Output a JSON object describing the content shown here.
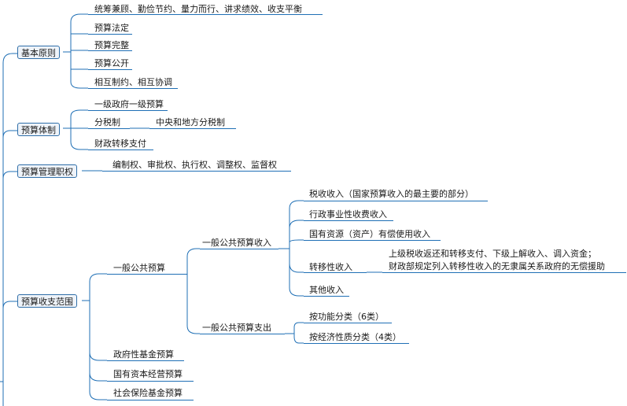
{
  "mindmap": {
    "branches": [
      {
        "label": "基本原则",
        "children": [
          "统筹兼顾、勤俭节约、量力而行、讲求绩效、收支平衡",
          "预算法定",
          "预算完整",
          "预算公开",
          "相互制约、相互协调"
        ]
      },
      {
        "label": "预算体制",
        "children": [
          "一级政府一级预算",
          "分税制",
          "财政转移支付"
        ],
        "fenshuizhi_child": "中央和地方分税制"
      },
      {
        "label": "预算管理职权",
        "children": [
          "编制权、审批权、执行权、调整权、监督权"
        ]
      },
      {
        "label": "预算收支范围",
        "children": [
          "一般公共预算",
          "政府性基金预算",
          "国有资本经营预算",
          "社会保险基金预算"
        ],
        "general_budget": {
          "income": {
            "label": "一般公共预算收入",
            "items": [
              "税收收入（国家预算收入的最主要的部分）",
              "行政事业性收费收入",
              "国有资源（资产）有偿使用收入",
              "转移性收入",
              "其他收入"
            ],
            "transfer_notes": [
              "上级税收返还和转移支付、下级上解收入、调入资金；",
              "财政部规定列入转移性收入的无隶属关系政府的无偿援助"
            ]
          },
          "expense": {
            "label": "一般公共预算支出",
            "items": [
              "按功能分类（6类）",
              "按经济性质分类（4类）"
            ]
          }
        }
      }
    ]
  }
}
